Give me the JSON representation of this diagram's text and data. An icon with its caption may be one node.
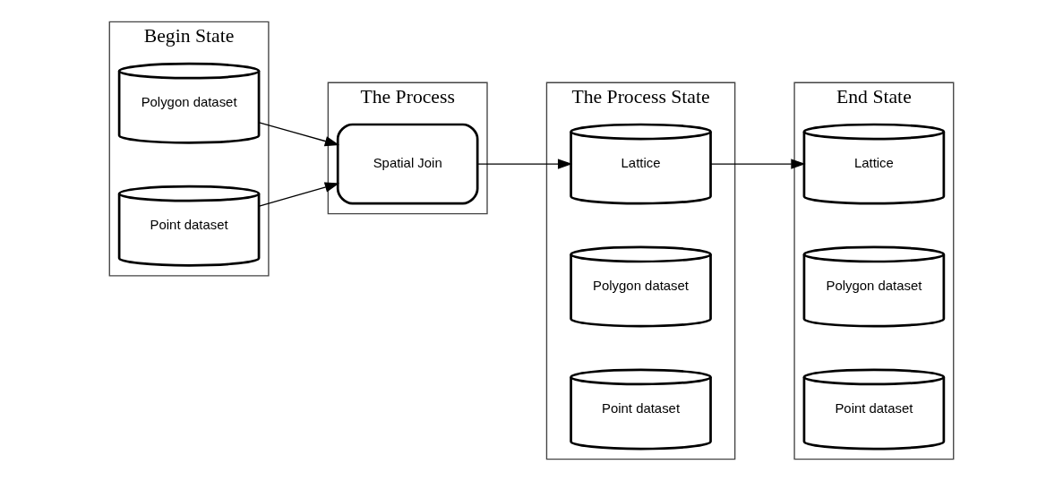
{
  "diagram": {
    "nodes": [
      {
        "text": [
          "Begin State"
        ]
      },
      {
        "text": [
          "Point dataset"
        ],
        "in": 0
      },
      {
        "text": [
          "Polygon dataset"
        ],
        "in": 0
      },
      {
        "text": [
          "The Process"
        ]
      },
      {
        "text": [
          "Spatial Join"
        ],
        "in": 3
      },
      {
        "text": [
          "The Process State"
        ]
      },
      {
        "text": [
          "Point dataset"
        ],
        "in": 5
      },
      {
        "text": [
          "Polygon dataset"
        ],
        "in": 5
      },
      {
        "text": [
          "Lattice"
        ],
        "in": 5
      },
      {
        "text": [
          "End State"
        ]
      },
      {
        "text": [
          "Point dataset"
        ],
        "in": 9
      },
      {
        "text": [
          "Polygon dataset"
        ],
        "in": 9
      },
      {
        "text": [
          "Lattice"
        ],
        "in": 9
      }
    ],
    "edges": [
      {
        "from": 1,
        "to": 4,
        "arrow": "to"
      },
      {
        "from": 2,
        "to": 4,
        "arrow": "to"
      },
      {
        "from": 4,
        "to": 8,
        "arrow": "to"
      },
      {
        "from": 8,
        "to": 12,
        "arrow": "to"
      }
    ]
  }
}
